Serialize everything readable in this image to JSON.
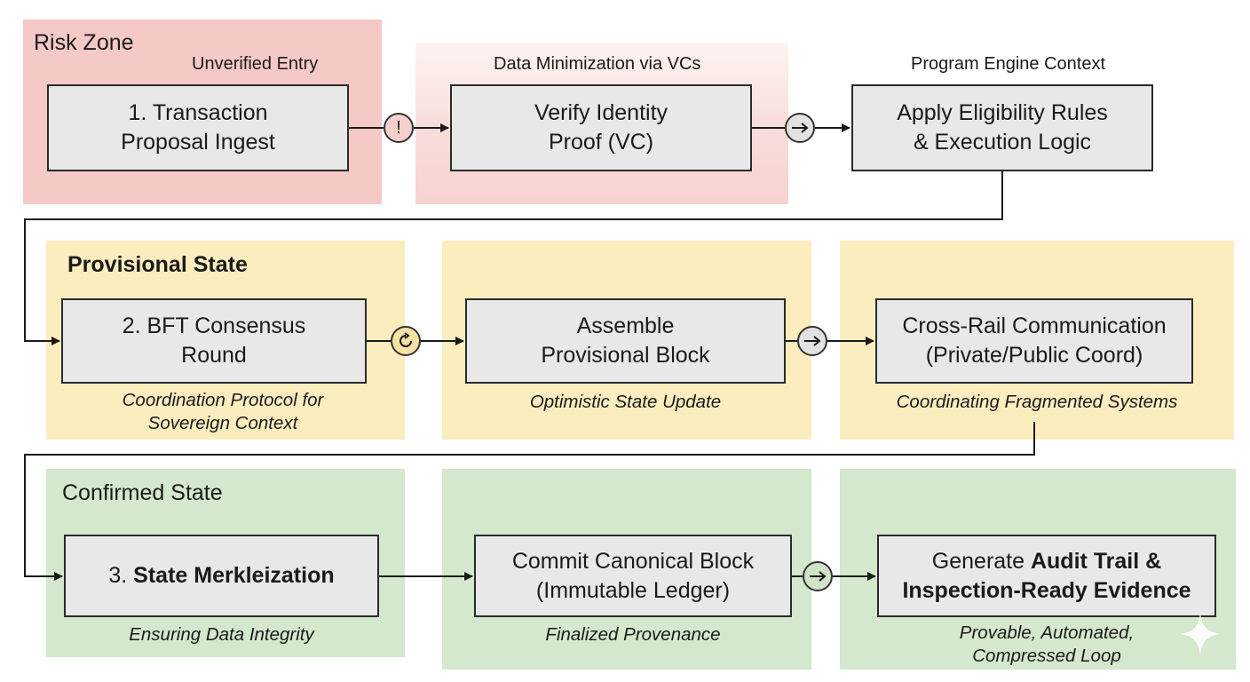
{
  "zones": {
    "risk": {
      "title": "Risk Zone",
      "entry_label": "Unverified Entry",
      "box": {
        "line1": "1. Transaction",
        "line2": "Proposal Ingest"
      },
      "badge": "!"
    },
    "minimization": {
      "label": "Data Minimization via VCs",
      "box": {
        "line1": "Verify Identity",
        "line2": "Proof (VC)"
      }
    },
    "engine": {
      "label": "Program Engine Context",
      "box": {
        "line1": "Apply Eligibility Rules",
        "line2": "& Execution Logic"
      }
    },
    "provisional": {
      "title": "Provisional State",
      "consensus": {
        "box": {
          "line1": "2. BFT Consensus",
          "line2": "Round"
        },
        "note": {
          "line1": "Coordination Protocol for",
          "line2": "Sovereign Context"
        }
      },
      "assemble": {
        "box": {
          "line1": "Assemble",
          "line2": "Provisional Block"
        },
        "note": "Optimistic State Update"
      },
      "crossrail": {
        "box": {
          "line1": "Cross-Rail Communication",
          "line2": "(Private/Public Coord)"
        },
        "note": "Coordinating Fragmented Systems"
      }
    },
    "confirmed": {
      "title": "Confirmed State",
      "merkle": {
        "box": {
          "prefix": "3. ",
          "bold": "State Merkleization"
        },
        "note": "Ensuring Data Integrity"
      },
      "commit": {
        "box": {
          "line1": "Commit Canonical Block",
          "line2": "(Immutable Ledger)"
        },
        "note": "Finalized Provenance"
      },
      "audit": {
        "box": {
          "line1_plain": "Generate ",
          "line1_bold": "Audit Trail &",
          "line2_bold": "Inspection-Ready Evidence"
        },
        "note": {
          "line1": "Provable, Automated,",
          "line2": "Compressed Loop"
        }
      }
    }
  },
  "icons": {
    "warning": "exclamation-icon",
    "cycle": "cycle-arrow-icon",
    "next": "right-arrow-icon",
    "watermark": "sparkle-icon"
  },
  "colors": {
    "risk_zone": "#f4c9c6",
    "provisional_zone": "#fcedbf",
    "confirmed_zone": "#d3e8cc",
    "box_fill": "#e8e8e8",
    "line": "#1a1a1a"
  }
}
